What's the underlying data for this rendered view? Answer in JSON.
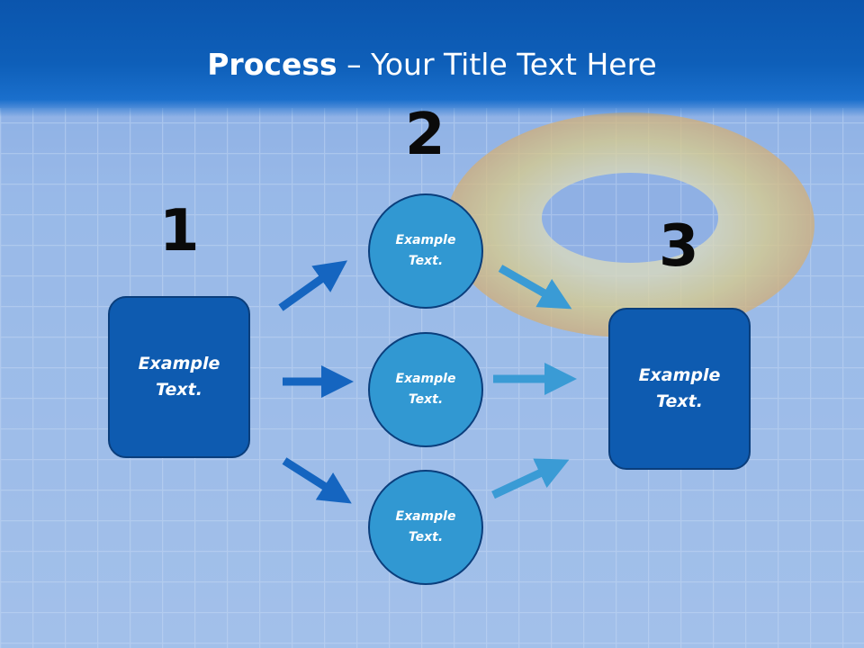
{
  "slide": {
    "title_bold": "Process",
    "title_rest": " – Your Title Text Here",
    "step_numbers": [
      "1",
      "2",
      "3"
    ],
    "left_box": "Example Text.",
    "circles": [
      "Example Text.",
      "Example Text.",
      "Example Text."
    ],
    "right_box": "Example Text."
  },
  "colors": {
    "title_band": "#0e5fb9",
    "box_fill": "#0e5bb0",
    "circle_fill": "#3198d2",
    "arrow_dark": "#1565c0",
    "arrow_light": "#3a9bd5",
    "pool_water": "#8fb3e4"
  }
}
